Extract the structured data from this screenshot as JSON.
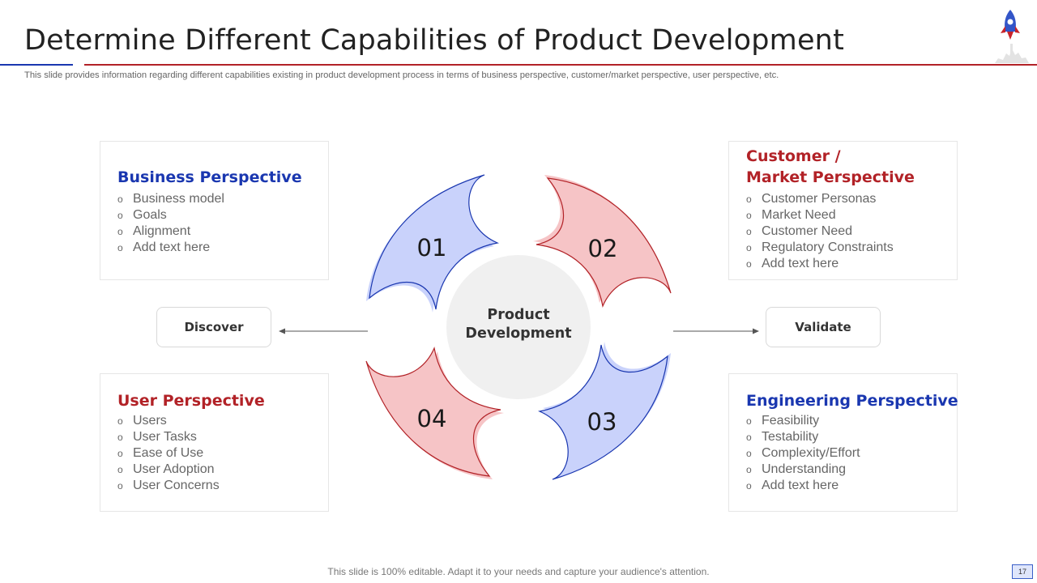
{
  "header": {
    "title": "Determine Different Capabilities of Product Development",
    "subtitle": "This slide provides information regarding different capabilities existing in product development process in terms of business perspective, customer/market perspective, user perspective, etc."
  },
  "colors": {
    "blue": "#1a37b0",
    "red": "#b22227",
    "blue_fill": "#c9d2fb",
    "red_fill": "#f6c4c6",
    "center_fill": "#f0f0f0"
  },
  "cards": {
    "business": {
      "title": "Business Perspective",
      "items": [
        "Business model",
        "Goals",
        "Alignment",
        "Add text here"
      ]
    },
    "customer": {
      "title_line1": "Customer /",
      "title_line2": "Market Perspective",
      "items": [
        "Customer Personas",
        "Market Need",
        "Customer Need",
        "Regulatory Constraints",
        "Add text here"
      ]
    },
    "user": {
      "title": "User Perspective",
      "items": [
        "Users",
        "User Tasks",
        "Ease of Use",
        "User Adoption",
        "User Concerns"
      ]
    },
    "engineering": {
      "title": "Engineering Perspective",
      "items": [
        "Feasibility",
        "Testability",
        "Complexity/Effort",
        "Understanding",
        "Add text here"
      ]
    }
  },
  "bullet_glyph": "o",
  "pills": {
    "left": "Discover",
    "right": "Validate"
  },
  "diagram": {
    "center_line1": "Product",
    "center_line2": "Development",
    "petals": [
      "01",
      "02",
      "03",
      "04"
    ]
  },
  "icons": {
    "logo": "rocket-icon",
    "arrow_left": "arrow-left-icon",
    "arrow_right": "arrow-right-icon"
  },
  "footer": {
    "note": "This slide is 100% editable. Adapt it to your needs and capture your audience's attention.",
    "page": "17"
  }
}
